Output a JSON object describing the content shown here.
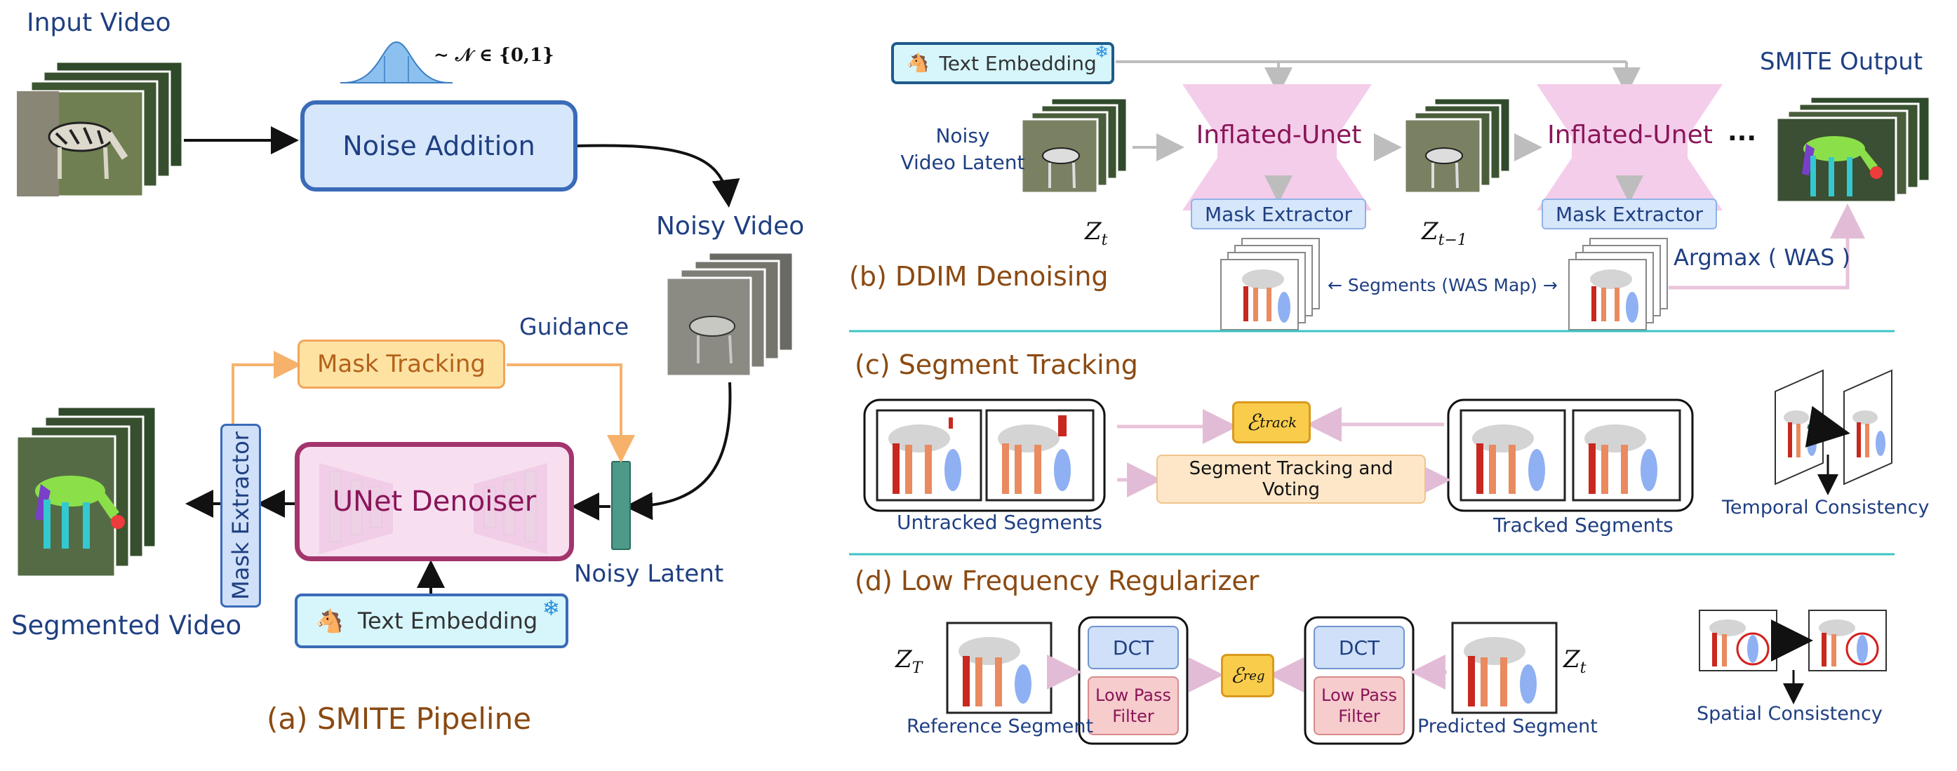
{
  "pipeline": {
    "input_video": "Input Video",
    "noise_formula": "∼ 𝒩 ∈ {0,1}",
    "noise_addition": "Noise Addition",
    "noisy_video": "Noisy Video",
    "guidance": "Guidance",
    "mask_tracking": "Mask Tracking",
    "unet_denoiser": "UNet Denoiser",
    "mask_extractor": "Mask Extractor",
    "noisy_latent": "Noisy Latent",
    "text_embedding": "Text Embedding",
    "segmented_video": "Segmented Video",
    "caption": "(a) SMITE Pipeline"
  },
  "ddim": {
    "text_embedding": "Text Embedding",
    "noisy_video_latent_line1": "Noisy",
    "noisy_video_latent_line2": "Video Latent",
    "inflated_unet_1": "Inflated-Unet",
    "inflated_unet_2": "Inflated-Unet",
    "ellipsis": "...",
    "smite_output": "SMITE Output",
    "mask_extractor_1": "Mask Extractor",
    "mask_extractor_2": "Mask Extractor",
    "z_t": "Z",
    "z_t_sub": "t",
    "z_t1": "Z",
    "z_t1_sub": "t−1",
    "segments_label": "← Segments (WAS Map) →",
    "argmax": "Argmax ( WAS )",
    "caption": "(b) DDIM Denoising"
  },
  "tracking": {
    "caption": "(c) Segment Tracking",
    "e_track": "ℰ",
    "e_track_sub": "track",
    "voting": "Segment Tracking and Voting",
    "untracked": "Untracked Segments",
    "tracked": "Tracked Segments",
    "temporal": "Temporal Consistency"
  },
  "regularizer": {
    "caption": "(d) Low Frequency Regularizer",
    "z_T": "Z",
    "z_T_sub": "T",
    "z_t": "Z",
    "z_t_sub": "t",
    "dct_1": "DCT",
    "dct_2": "DCT",
    "low_pass_1_line1": "Low Pass",
    "low_pass_1_line2": "Filter",
    "low_pass_2_line1": "Low Pass",
    "low_pass_2_line2": "Filter",
    "e_reg": "ℰ",
    "e_reg_sub": "reg",
    "reference": "Reference Segment",
    "predicted": "Predicted Segment",
    "spatial": "Spatial Consistency"
  },
  "colors": {
    "label_blue": "#1f3f82",
    "caption_brown": "#8b4a12",
    "unet_pink": "#f4cdea",
    "tracking_orange": "#f6b26b",
    "divider_teal": "#3cc4c4"
  }
}
